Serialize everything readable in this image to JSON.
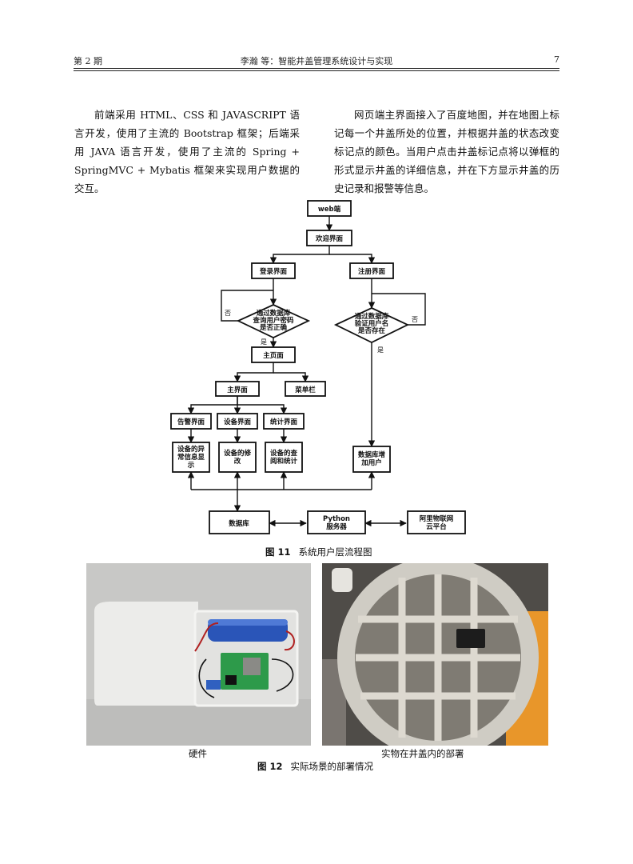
{
  "header": {
    "issue": "第 2 期",
    "title": "李瀚 等：智能井盖管理系统设计与实现",
    "page": "7"
  },
  "body": {
    "left_paragraph": "前端采用 HTML、CSS 和 JAVASCRIPT 语言开发，使用了主流的 Bootstrap 框架；后端采用 JAVA 语言开发，使用了主流的 Spring + SpringMVC + Mybatis 框架来实现用户数据的交互。",
    "right_paragraph": "网页端主界面接入了百度地图，并在地图上标记每一个井盖所处的位置，并根据井盖的状态改变标记点的颜色。当用户点击井盖标记点将以弹框的形式显示井盖的详细信息，并在下方显示井盖的历史记录和报警等信息。"
  },
  "flowchart": {
    "web": "web端",
    "welcome": "欢迎界面",
    "login": "登录界面",
    "register": "注册界面",
    "login_check": [
      "通过数据库",
      "查询用户密码",
      "是否正确"
    ],
    "register_check": [
      "通过数据库",
      "验证用户名",
      "是否存在"
    ],
    "no": "否",
    "yes": "是",
    "homepage": "主页面",
    "main": "主界面",
    "menu": "菜单栏",
    "alarm": "告警界面",
    "device": "设备界面",
    "stats": "统计界面",
    "alarm_detail": [
      "设备的异",
      "常信息显",
      "示"
    ],
    "device_detail": [
      "设备的修",
      "改"
    ],
    "stats_detail": [
      "设备的查",
      "阅和统计"
    ],
    "db_add": [
      "数据库增",
      "加用户"
    ],
    "database": "数据库",
    "python": [
      "Python",
      "服务器"
    ],
    "aliyun": [
      "阿里物联网",
      "云平台"
    ]
  },
  "captions": {
    "fig11_num": "图 11",
    "fig11_text": "系统用户层流程图",
    "fig12_num": "图 12",
    "fig12_text": "实际场景的部署情况",
    "sub_left": "硬件",
    "sub_right": "实物在井盖内的部署"
  }
}
